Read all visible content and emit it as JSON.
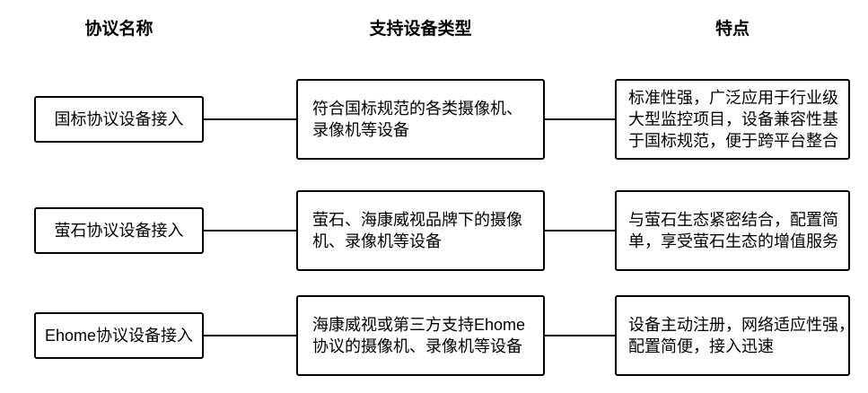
{
  "diagram": {
    "headers": [
      "协议名称",
      "支持设备类型",
      "特点"
    ],
    "rows": [
      {
        "protocol": "国标协议设备接入",
        "devices": "符合国标规范的各类摄像机、\n录像机等设备",
        "features": "标准性强，广泛应用于行业级\n大型监控项目，设备兼容性基\n于国标规范，便于跨平台整合"
      },
      {
        "protocol": "萤石协议设备接入",
        "devices": "萤石、海康威视品牌下的摄像\n机、录像机等设备",
        "features": "与萤石生态紧密结合，配置简\n单，享受萤石生态的增值服务"
      },
      {
        "protocol": "Ehome协议设备接入",
        "devices": "海康威视或第三方支持Ehome\n协议的摄像机、录像机等设备",
        "features": "设备主动注册，网络适应性强，\n配置简便，接入迅速"
      }
    ],
    "colors": {
      "background": "#ffffff",
      "box_fill": "#ffffff",
      "box_border": "#000000",
      "text": "#000000",
      "connector": "#000000"
    }
  }
}
